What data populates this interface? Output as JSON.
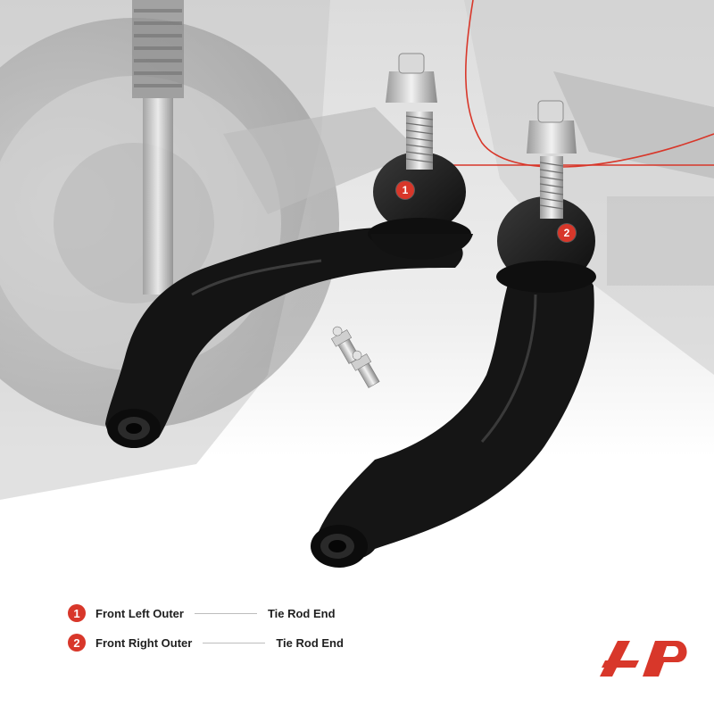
{
  "legend": [
    {
      "number": "1",
      "label": "Front Left Outer",
      "part": "Tie Rod End"
    },
    {
      "number": "2",
      "label": "Front Right Outer",
      "part": "Tie Rod End"
    }
  ],
  "callouts": [
    "1",
    "2"
  ],
  "colors": {
    "accent": "#d8372a",
    "part": "#161616",
    "background": "#e9e9e9"
  }
}
